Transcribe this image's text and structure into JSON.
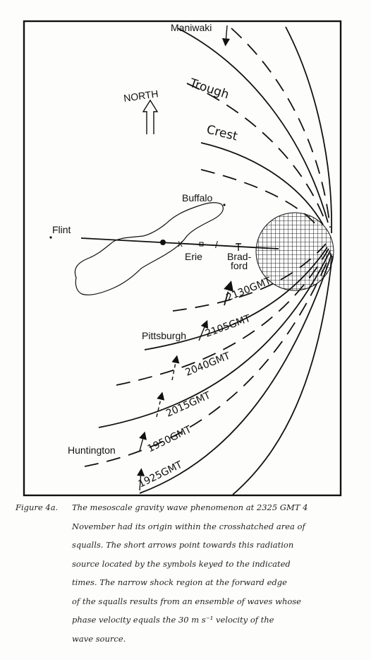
{
  "labels": {
    "maniwaki": "Maniwaki",
    "trough": "Trough",
    "crest": "Crest",
    "north": "NORTH",
    "buffalo": "Buffalo",
    "flint": "Flint",
    "erie": "Erie",
    "bradford_1": "Brad-",
    "bradford_2": "ford",
    "pittsburgh": "Pittsburgh",
    "huntington": "Huntington"
  },
  "times": {
    "t2130": "2130GMT",
    "t2105": "2105GMT",
    "t2040": "2040GMT",
    "t2015": "2015GMT",
    "t1950": "1950GMT",
    "t1925": "1925GMT"
  },
  "caption": {
    "tag": "Figure 4a.",
    "lines": [
      "The mesoscale gravity wave phenomenon at 2325 GMT 4",
      "November had its origin within the crosshatched area of",
      "squalls.  The short arrows point towards this radiation",
      "source located by the symbols keyed to the indicated",
      "times.  The narrow shock region at the forward edge",
      "of the squalls results from an ensemble of waves whose",
      "phase velocity equals the 30 m s⁻¹ velocity of the",
      "wave source."
    ]
  }
}
